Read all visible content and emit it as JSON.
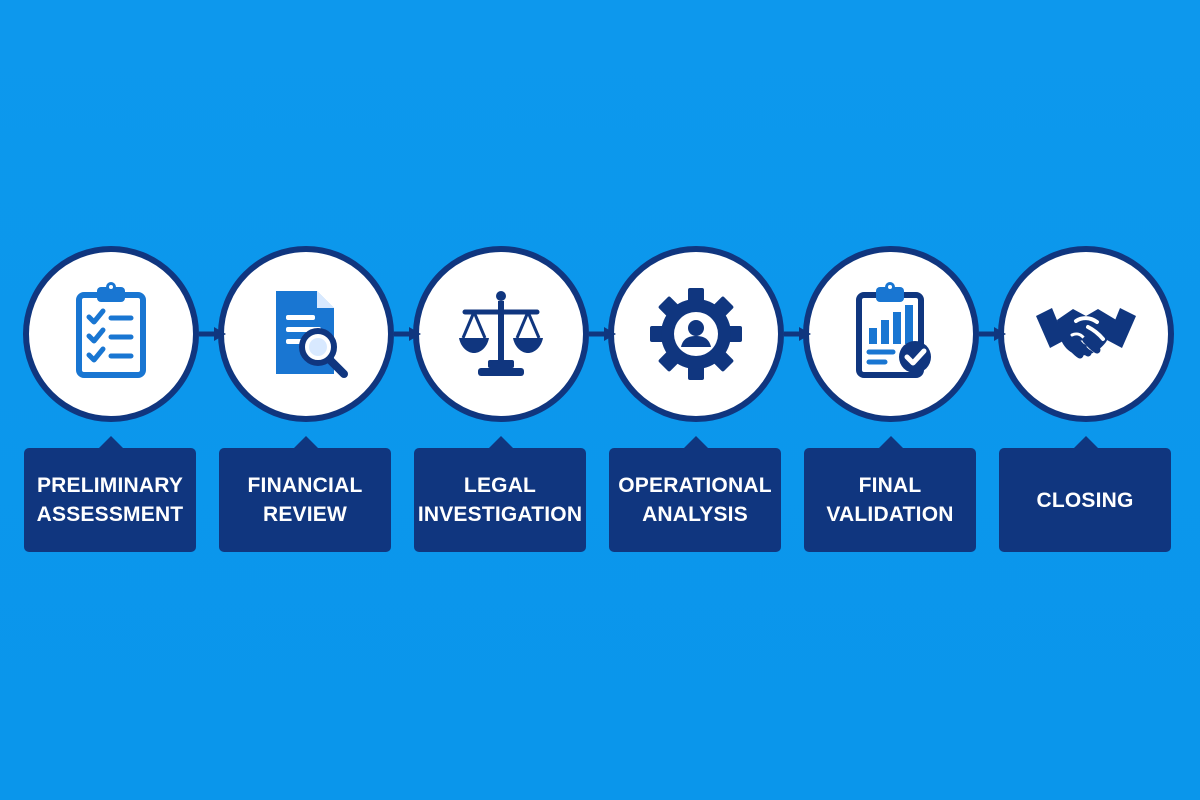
{
  "colors": {
    "background": "#0b97ec",
    "navy": "#10367f",
    "accent_blue": "#1976d2",
    "white": "#ffffff"
  },
  "steps": [
    {
      "label_lines": [
        "PRELIMINARY",
        "ASSESSMENT"
      ],
      "icon": "clipboard-checklist-icon"
    },
    {
      "label_lines": [
        "FINANCIAL",
        "REVIEW"
      ],
      "icon": "document-search-icon"
    },
    {
      "label_lines": [
        "LEGAL",
        "INVESTIGATION"
      ],
      "icon": "scales-icon"
    },
    {
      "label_lines": [
        "OPERATIONAL",
        "ANALYSIS"
      ],
      "icon": "gear-person-icon"
    },
    {
      "label_lines": [
        "FINAL",
        "VALIDATION"
      ],
      "icon": "clipboard-chart-check-icon"
    },
    {
      "label_lines": [
        "CLOSING"
      ],
      "icon": "handshake-icon"
    }
  ]
}
